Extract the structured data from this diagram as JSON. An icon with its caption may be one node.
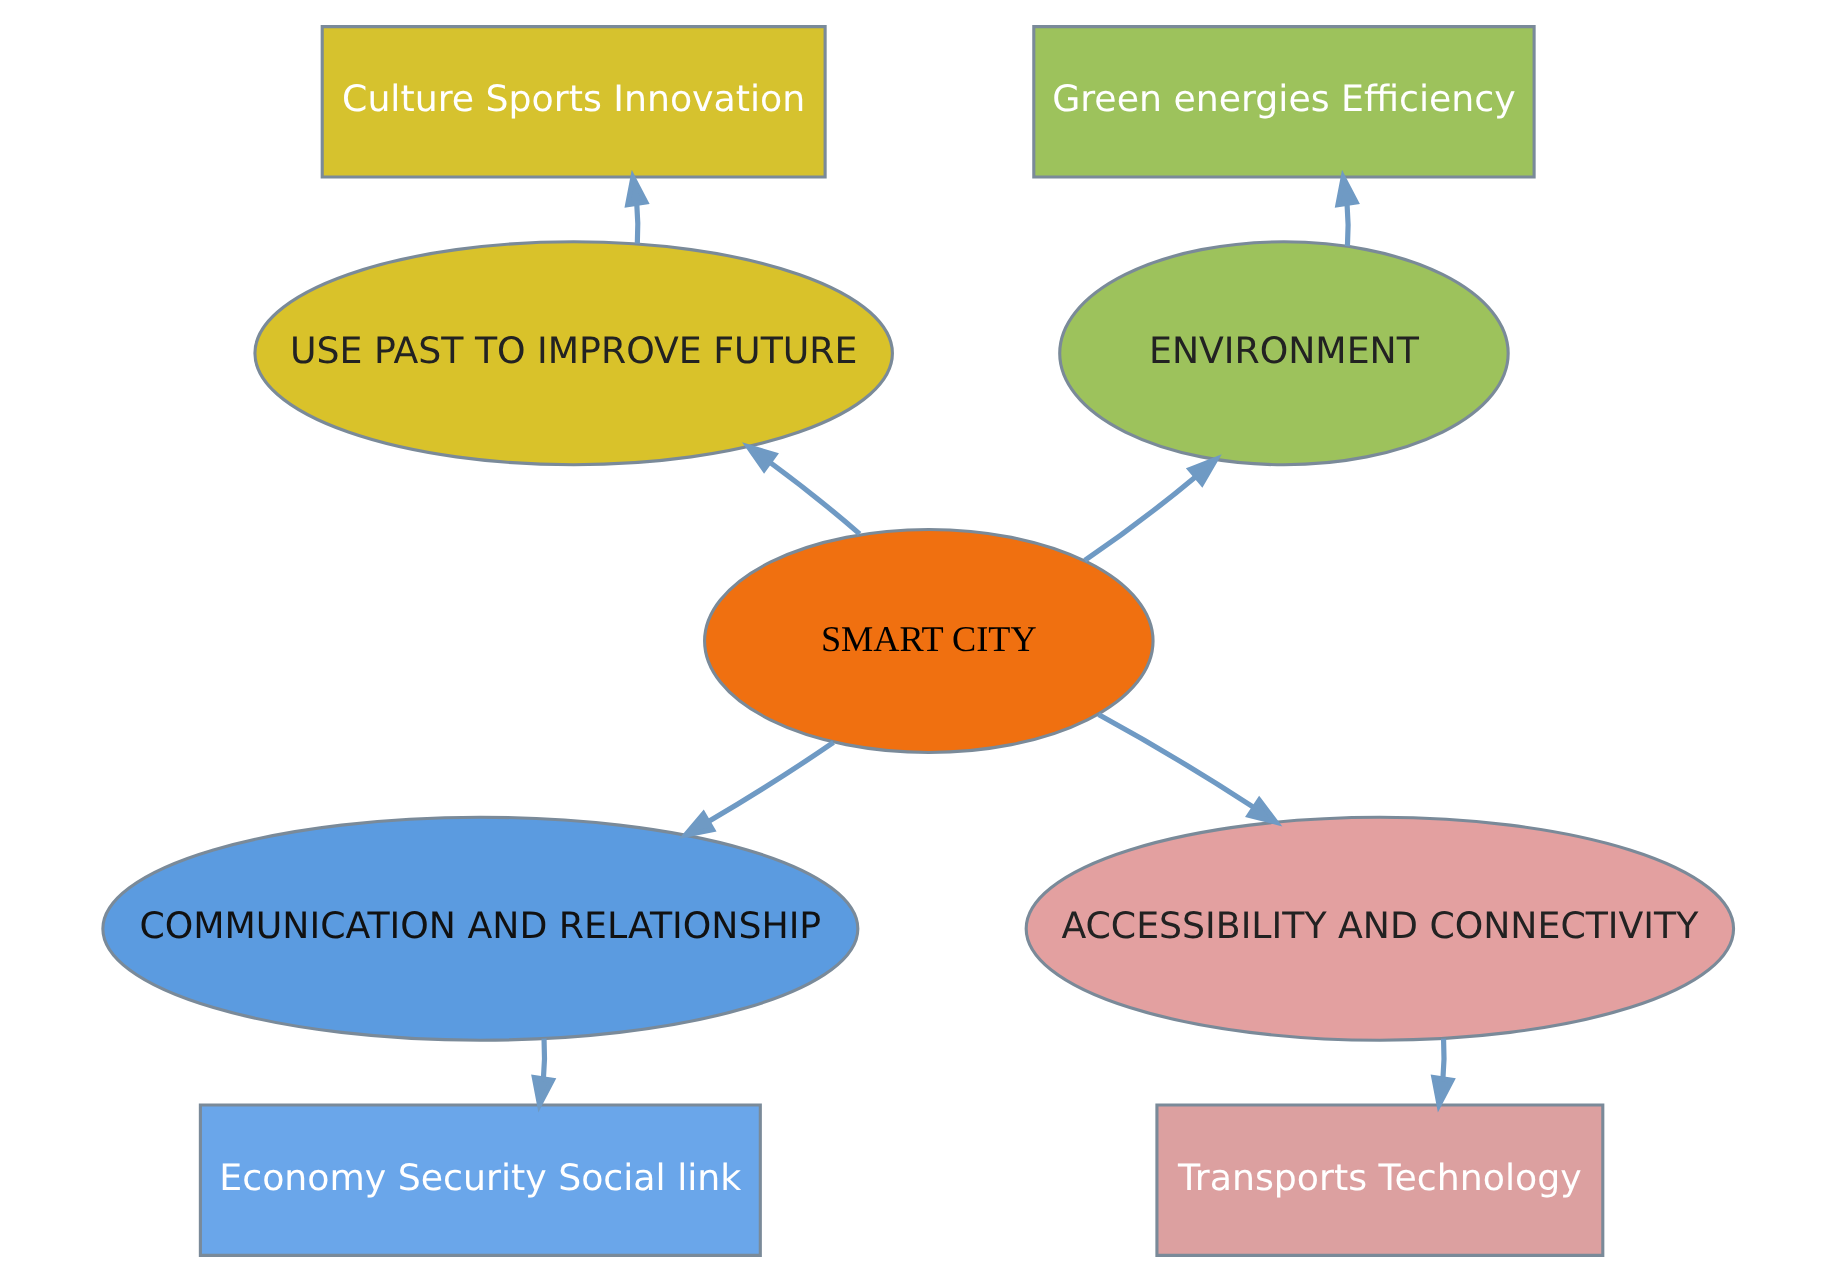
{
  "diagram": {
    "nodes": [
      {
        "text": [
          "SMART CITY"
        ]
      },
      {
        "text": [
          "USE PAST TO IMPROVE FUTURE"
        ]
      },
      {
        "text": [
          "Culture Sports Innovation"
        ]
      },
      {
        "text": [
          "ENVIRONMENT"
        ]
      },
      {
        "text": [
          "Green energies Efficiency"
        ]
      },
      {
        "text": [
          "COMMUNICATION AND RELATIONSHIP"
        ]
      },
      {
        "text": [
          "Economy Security Social link"
        ]
      },
      {
        "text": [
          "ACCESSIBILITY AND CONNECTIVITY"
        ]
      },
      {
        "text": [
          "Transports Technology"
        ]
      }
    ],
    "edges": [
      {
        "from": 0,
        "to": 1,
        "arrow": "to"
      },
      {
        "from": 1,
        "to": 2,
        "arrow": "to"
      },
      {
        "from": 0,
        "to": 3,
        "arrow": "to"
      },
      {
        "from": 3,
        "to": 4,
        "arrow": "to"
      },
      {
        "from": 0,
        "to": 5,
        "arrow": "to"
      },
      {
        "from": 5,
        "to": 6,
        "arrow": "to"
      },
      {
        "from": 0,
        "to": 7,
        "arrow": "to"
      },
      {
        "from": 7,
        "to": 8,
        "arrow": "to"
      }
    ]
  }
}
